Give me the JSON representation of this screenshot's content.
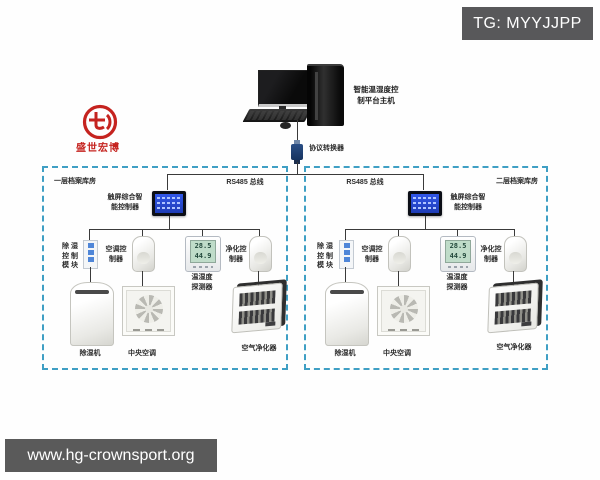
{
  "badge": {
    "text": "TG: MYYJJPP"
  },
  "watermark": {
    "text": "www.hg-crownsport.org"
  },
  "logo": {
    "text": "盛世宏博"
  },
  "host": {
    "line1": "智能温湿度控",
    "line2": "制平台主机"
  },
  "converter": {
    "label": "协议转换器"
  },
  "colors": {
    "accent_red": "#c5231f",
    "box_dash": "#3f9fc4",
    "badge_bg": "#58585a",
    "controller_screen": "#2b50e0",
    "lcd_green": "#bfdcc9"
  },
  "rooms": [
    {
      "name": "一层档案库房",
      "bus_label": "RS485 总线",
      "controller": {
        "line1": "触屏综合智",
        "line2": "能控制器"
      },
      "dehumid_module": {
        "line1": "除 湿",
        "line2": "控 制",
        "line3": "模 块"
      },
      "ac_controller": {
        "line1": "空调控",
        "line2": "制器"
      },
      "th_sensor": {
        "line1": "温湿度",
        "line2": "探测器",
        "temp": "28.5",
        "humidity": "44.9"
      },
      "purifier_controller": {
        "line1": "净化控",
        "line2": "制器"
      },
      "machines": {
        "dehumidifier": "除湿机",
        "central_ac": "中央空调",
        "air_purifier": "空气净化器"
      }
    },
    {
      "name": "二层档案库房",
      "bus_label": "RS485 总线",
      "controller": {
        "line1": "触屏综合智",
        "line2": "能控制器"
      },
      "dehumid_module": {
        "line1": "除 湿",
        "line2": "控 制",
        "line3": "模 块"
      },
      "ac_controller": {
        "line1": "空调控",
        "line2": "制器"
      },
      "th_sensor": {
        "line1": "温湿度",
        "line2": "探测器",
        "temp": "28.5",
        "humidity": "44.9"
      },
      "purifier_controller": {
        "line1": "净化控",
        "line2": "制器"
      },
      "machines": {
        "dehumidifier": "除湿机",
        "central_ac": "中央空调",
        "air_purifier": "空气净化器"
      }
    }
  ]
}
